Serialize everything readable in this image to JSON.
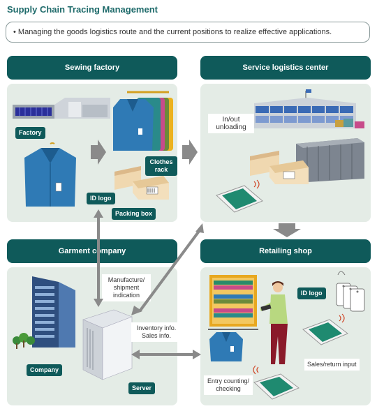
{
  "title": "Supply Chain Tracing Management",
  "intro": "• Managing the goods logistics route and the current positions to realize effective applications.",
  "sections": {
    "sewing": "Sewing factory",
    "logistics": "Service logistics center",
    "garment": "Garment company",
    "retail": "Retailing shop"
  },
  "labels": {
    "factory": "Factory",
    "clothes_rack": "Clothes rack",
    "id_logo_1": "ID logo",
    "packing_box": "Packing box",
    "inout": "In/out unloading",
    "manufacture": "Manufacture/ shipment indication",
    "inventory": "Inventory info. Sales info.",
    "company": "Company",
    "server": "Server",
    "id_logo_2": "ID logo",
    "sales_return": "Sales/return input",
    "entry_counting": "Entry counting/ checking"
  },
  "colors": {
    "header": "#0f5a5a",
    "panel": "#e4ece6",
    "arrow": "#8a8a8a",
    "jacket": "#2f7ab5"
  }
}
